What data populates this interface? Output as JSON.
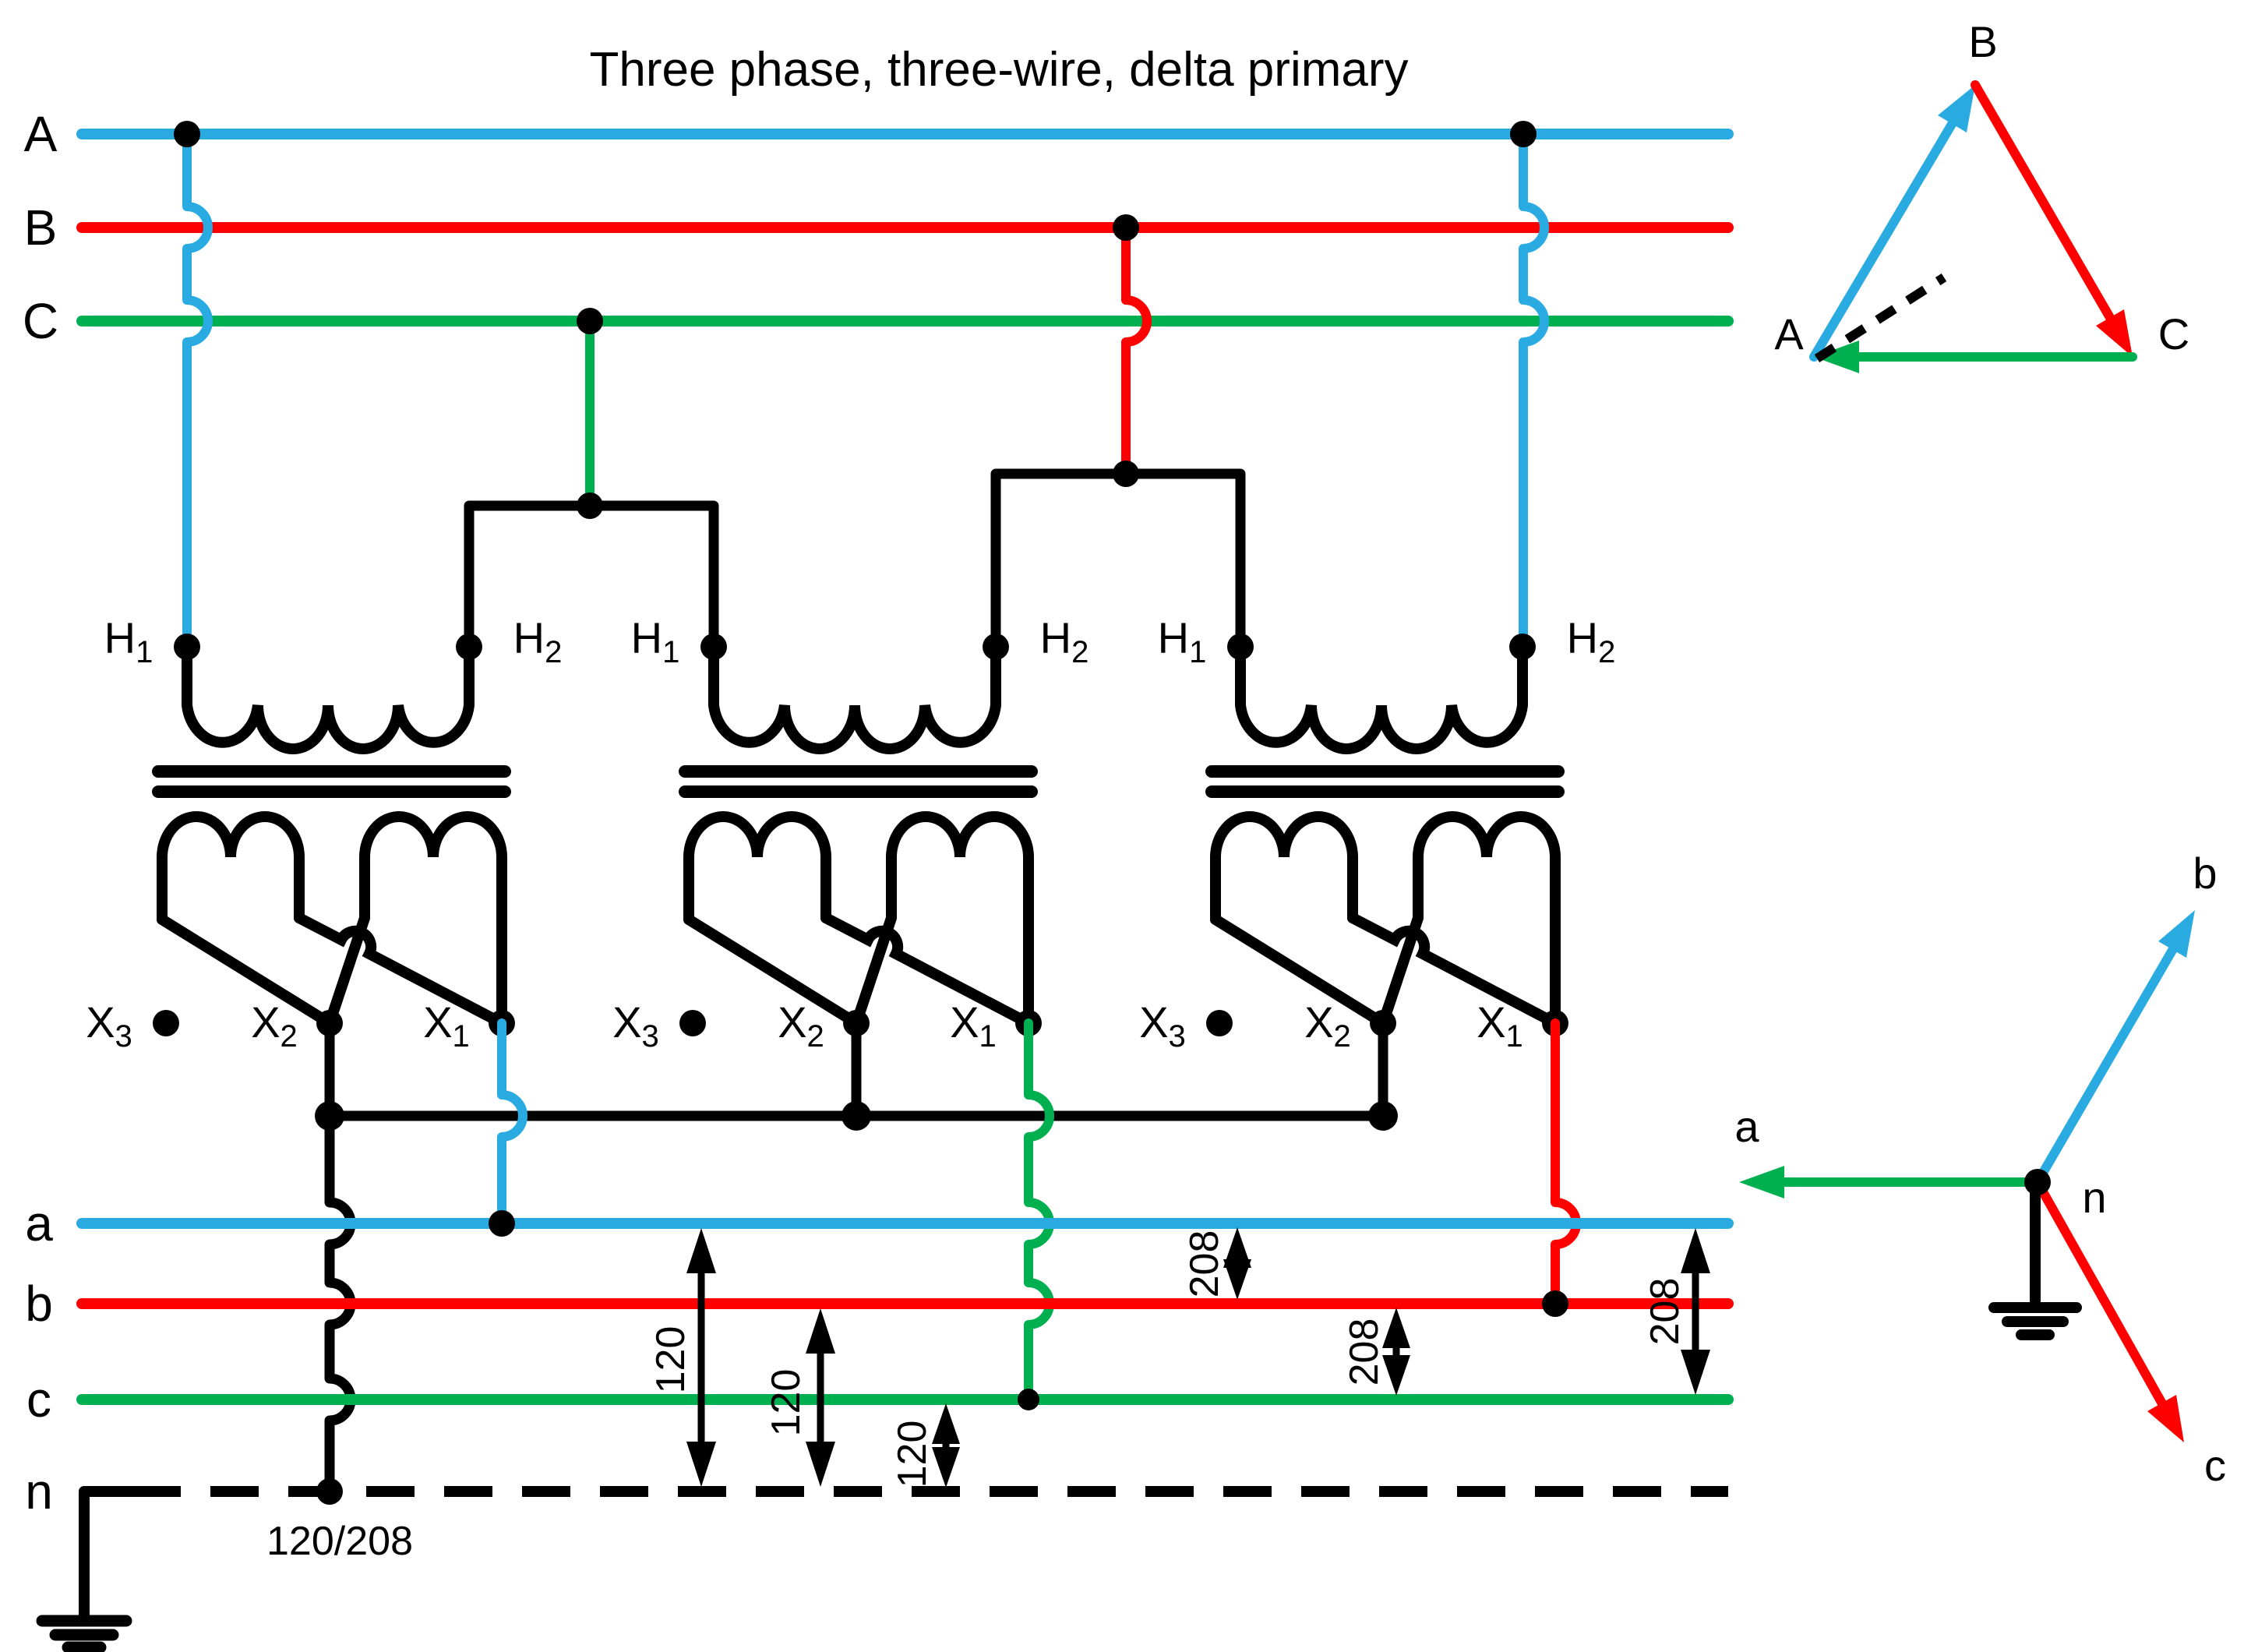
{
  "title": "Three phase, three-wire, delta primary",
  "colors": {
    "phase_a": "#29ABE2",
    "phase_b": "#FF0000",
    "phase_c": "#00B050",
    "wire": "#000000"
  },
  "primary_bus": {
    "labels": [
      "A",
      "B",
      "C"
    ]
  },
  "secondary_bus": {
    "labels": [
      "a",
      "b",
      "c",
      "n"
    ]
  },
  "transformers": [
    {
      "primary_terminals": [
        {
          "base": "H",
          "sub": "1"
        },
        {
          "base": "H",
          "sub": "2"
        }
      ],
      "secondary_terminals": [
        {
          "base": "X",
          "sub": "3"
        },
        {
          "base": "X",
          "sub": "2"
        },
        {
          "base": "X",
          "sub": "1"
        }
      ]
    },
    {
      "primary_terminals": [
        {
          "base": "H",
          "sub": "1"
        },
        {
          "base": "H",
          "sub": "2"
        }
      ],
      "secondary_terminals": [
        {
          "base": "X",
          "sub": "3"
        },
        {
          "base": "X",
          "sub": "2"
        },
        {
          "base": "X",
          "sub": "1"
        }
      ]
    },
    {
      "primary_terminals": [
        {
          "base": "H",
          "sub": "1"
        },
        {
          "base": "H",
          "sub": "2"
        }
      ],
      "secondary_terminals": [
        {
          "base": "X",
          "sub": "3"
        },
        {
          "base": "X",
          "sub": "2"
        },
        {
          "base": "X",
          "sub": "1"
        }
      ]
    }
  ],
  "voltages": {
    "phase_to_neutral": [
      "120",
      "120",
      "120"
    ],
    "phase_to_phase": [
      "208",
      "208",
      "208"
    ],
    "system": "120/208"
  },
  "phasor_delta": {
    "vertex_labels": [
      "A",
      "B",
      "C"
    ]
  },
  "phasor_wye": {
    "labels": [
      "a",
      "b",
      "c",
      "n"
    ]
  }
}
